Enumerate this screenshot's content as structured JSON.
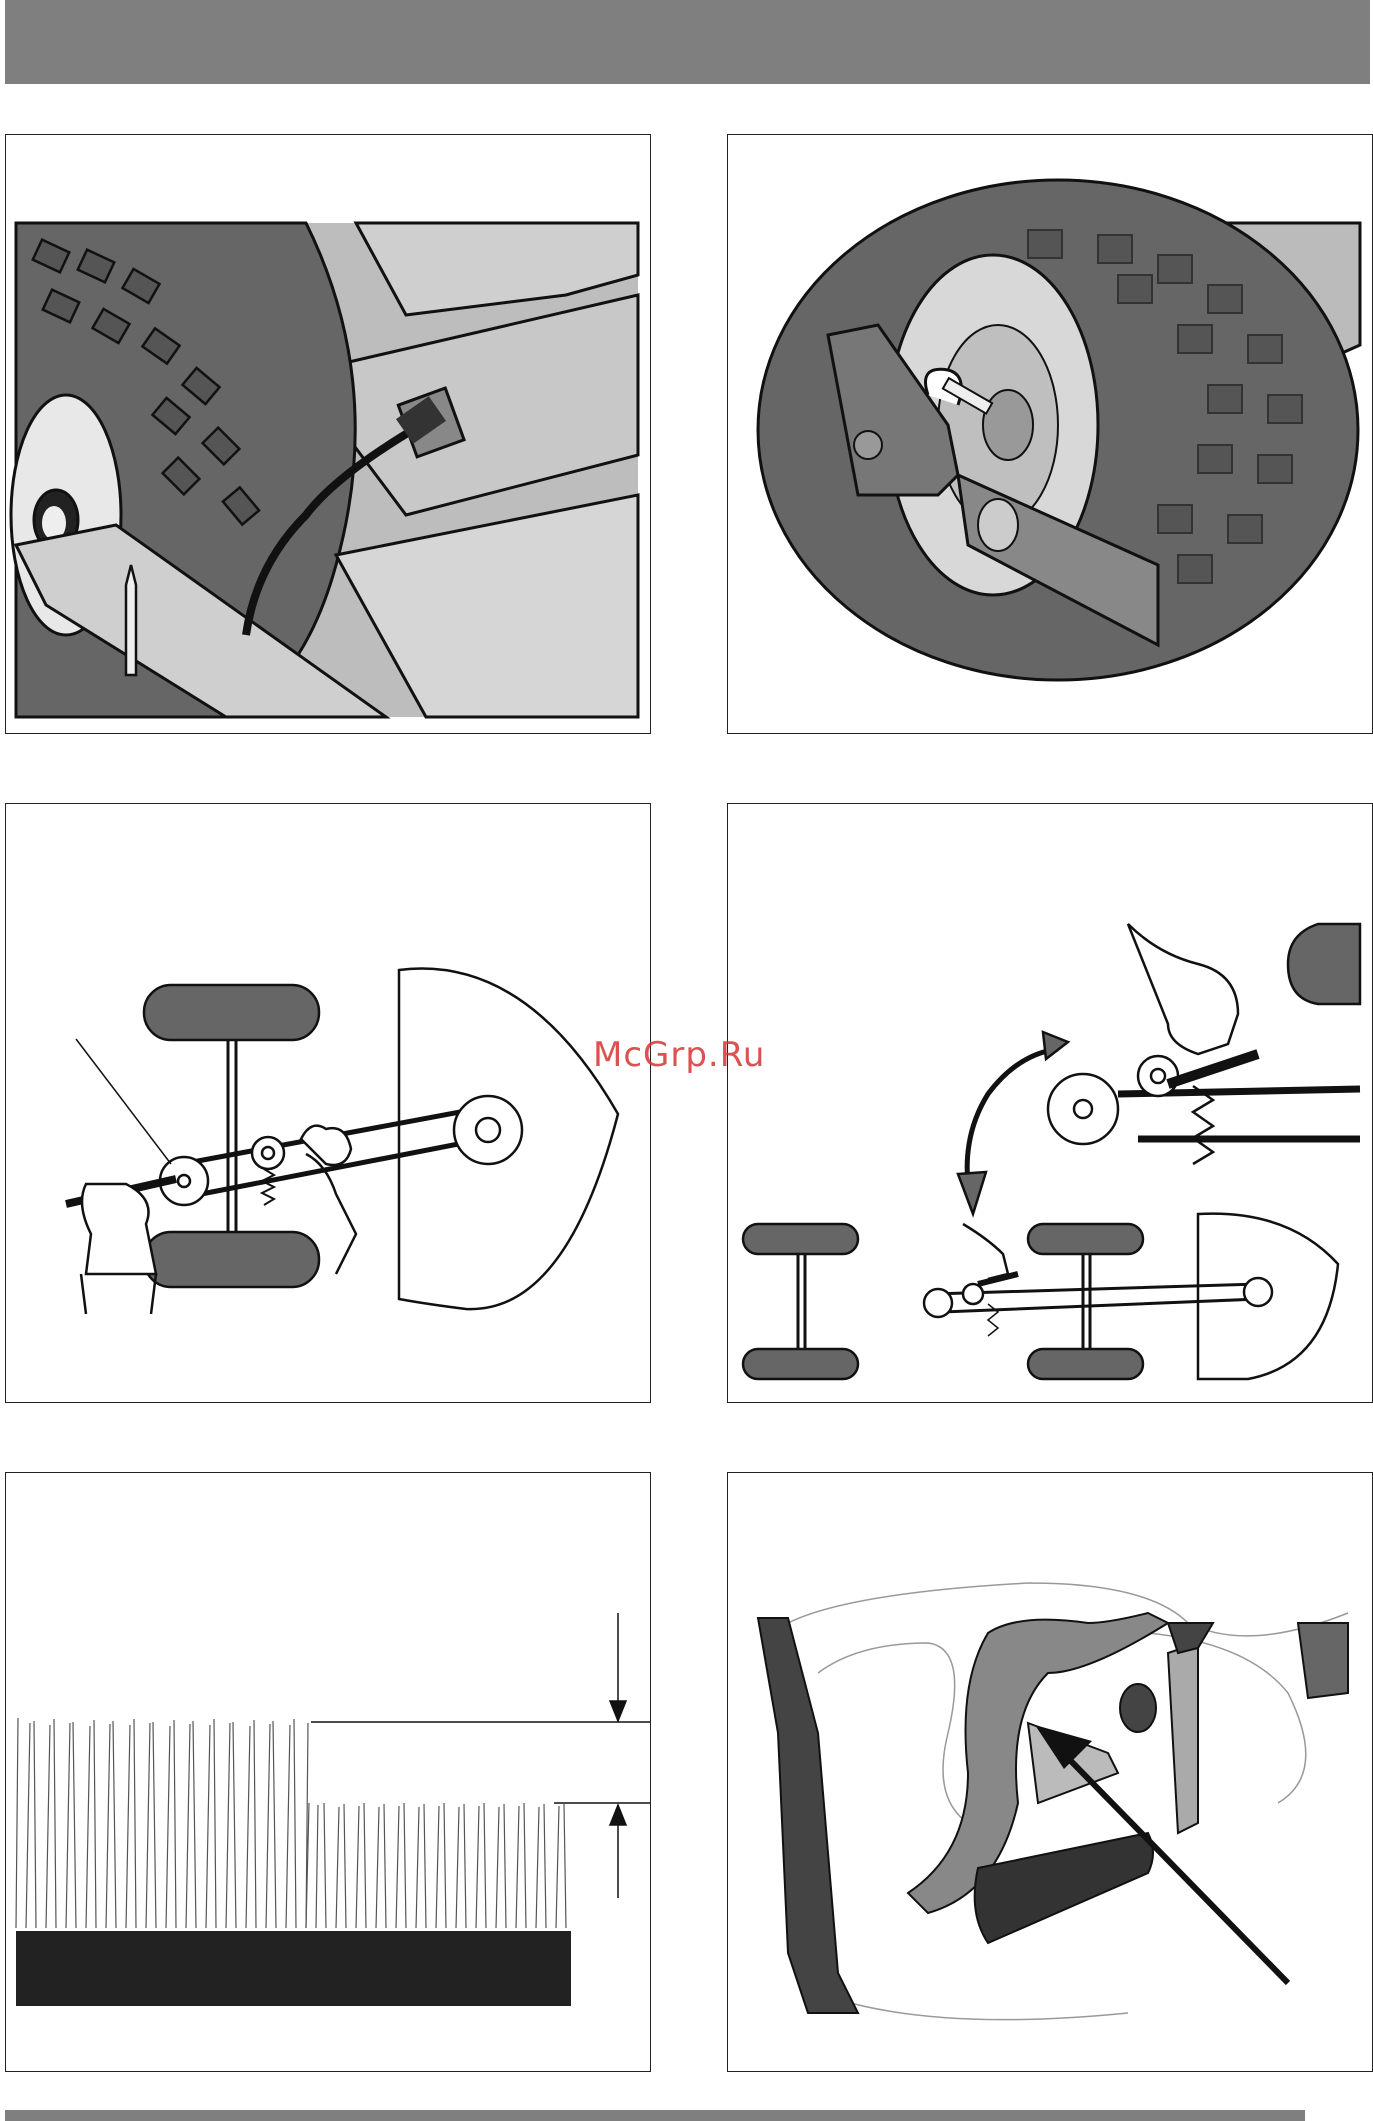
{
  "watermark": {
    "text": "McGrp.Ru"
  },
  "colors": {
    "header": "#7f7f7f",
    "watermark": "#d63232",
    "tire": "#555555",
    "body": "#bcbcbc"
  },
  "figures": [
    {
      "id": "fig-1",
      "icon": "wheel-cable-connector-illustration"
    },
    {
      "id": "fig-2",
      "icon": "wheel-axle-pin-illustration"
    },
    {
      "id": "fig-3",
      "icon": "belt-tension-diagram"
    },
    {
      "id": "fig-4",
      "icon": "belt-tensioner-pulley-diagram"
    },
    {
      "id": "fig-5",
      "icon": "grass-cutting-height-diagram"
    },
    {
      "id": "fig-6",
      "icon": "mower-deck-underside-arrow-illustration"
    }
  ]
}
